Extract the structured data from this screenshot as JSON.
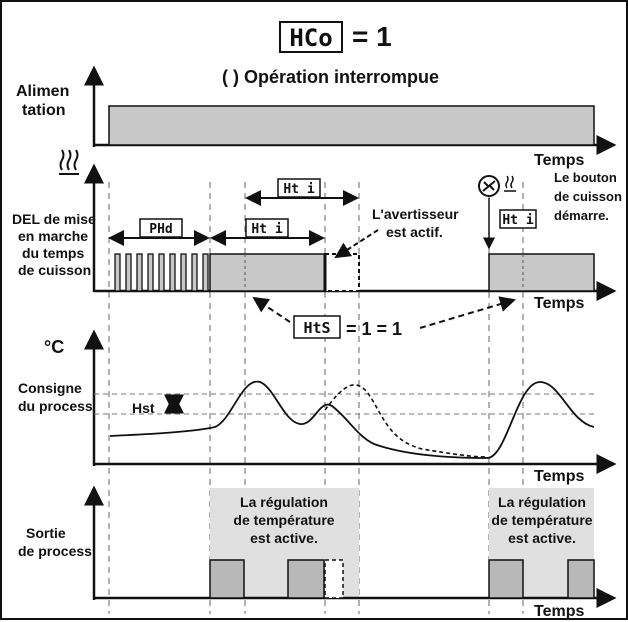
{
  "header": {
    "param_code": "HCo",
    "equals_value": "= 1",
    "subtitle": "( ) Opération interrompue"
  },
  "rows": {
    "power": {
      "label_line1": "Alimen",
      "label_line2": "tation"
    },
    "led": {
      "icon": "heat-waves-icon",
      "label_lines": [
        "DEL de mise",
        "en marche",
        "du temps",
        "de cuisson"
      ]
    },
    "temperature": {
      "unit": "°C",
      "label_line1": "Consigne",
      "label_line2": "du process",
      "hst_label": "Hst"
    },
    "output": {
      "label_line1": "Sortie",
      "label_line2": "de process"
    }
  },
  "axis": {
    "time_label": "Temps"
  },
  "codes": {
    "phd": "PHd",
    "hti": "Ht i",
    "hts": "HtS",
    "hts_value": "= 1 = 1"
  },
  "notes": {
    "buzzer_line1": "L'avertisseur",
    "buzzer_line2": "est actif.",
    "button_line1": "Le bouton",
    "button_line2": "de cuisson",
    "button_line3": "démarre.",
    "regulation_line1": "La régulation",
    "regulation_line2": "de température",
    "regulation_line3": "est active."
  },
  "colors": {
    "fill_gray": "#c8c8c8",
    "shade": "#e0e0e0",
    "ink": "#111111"
  }
}
